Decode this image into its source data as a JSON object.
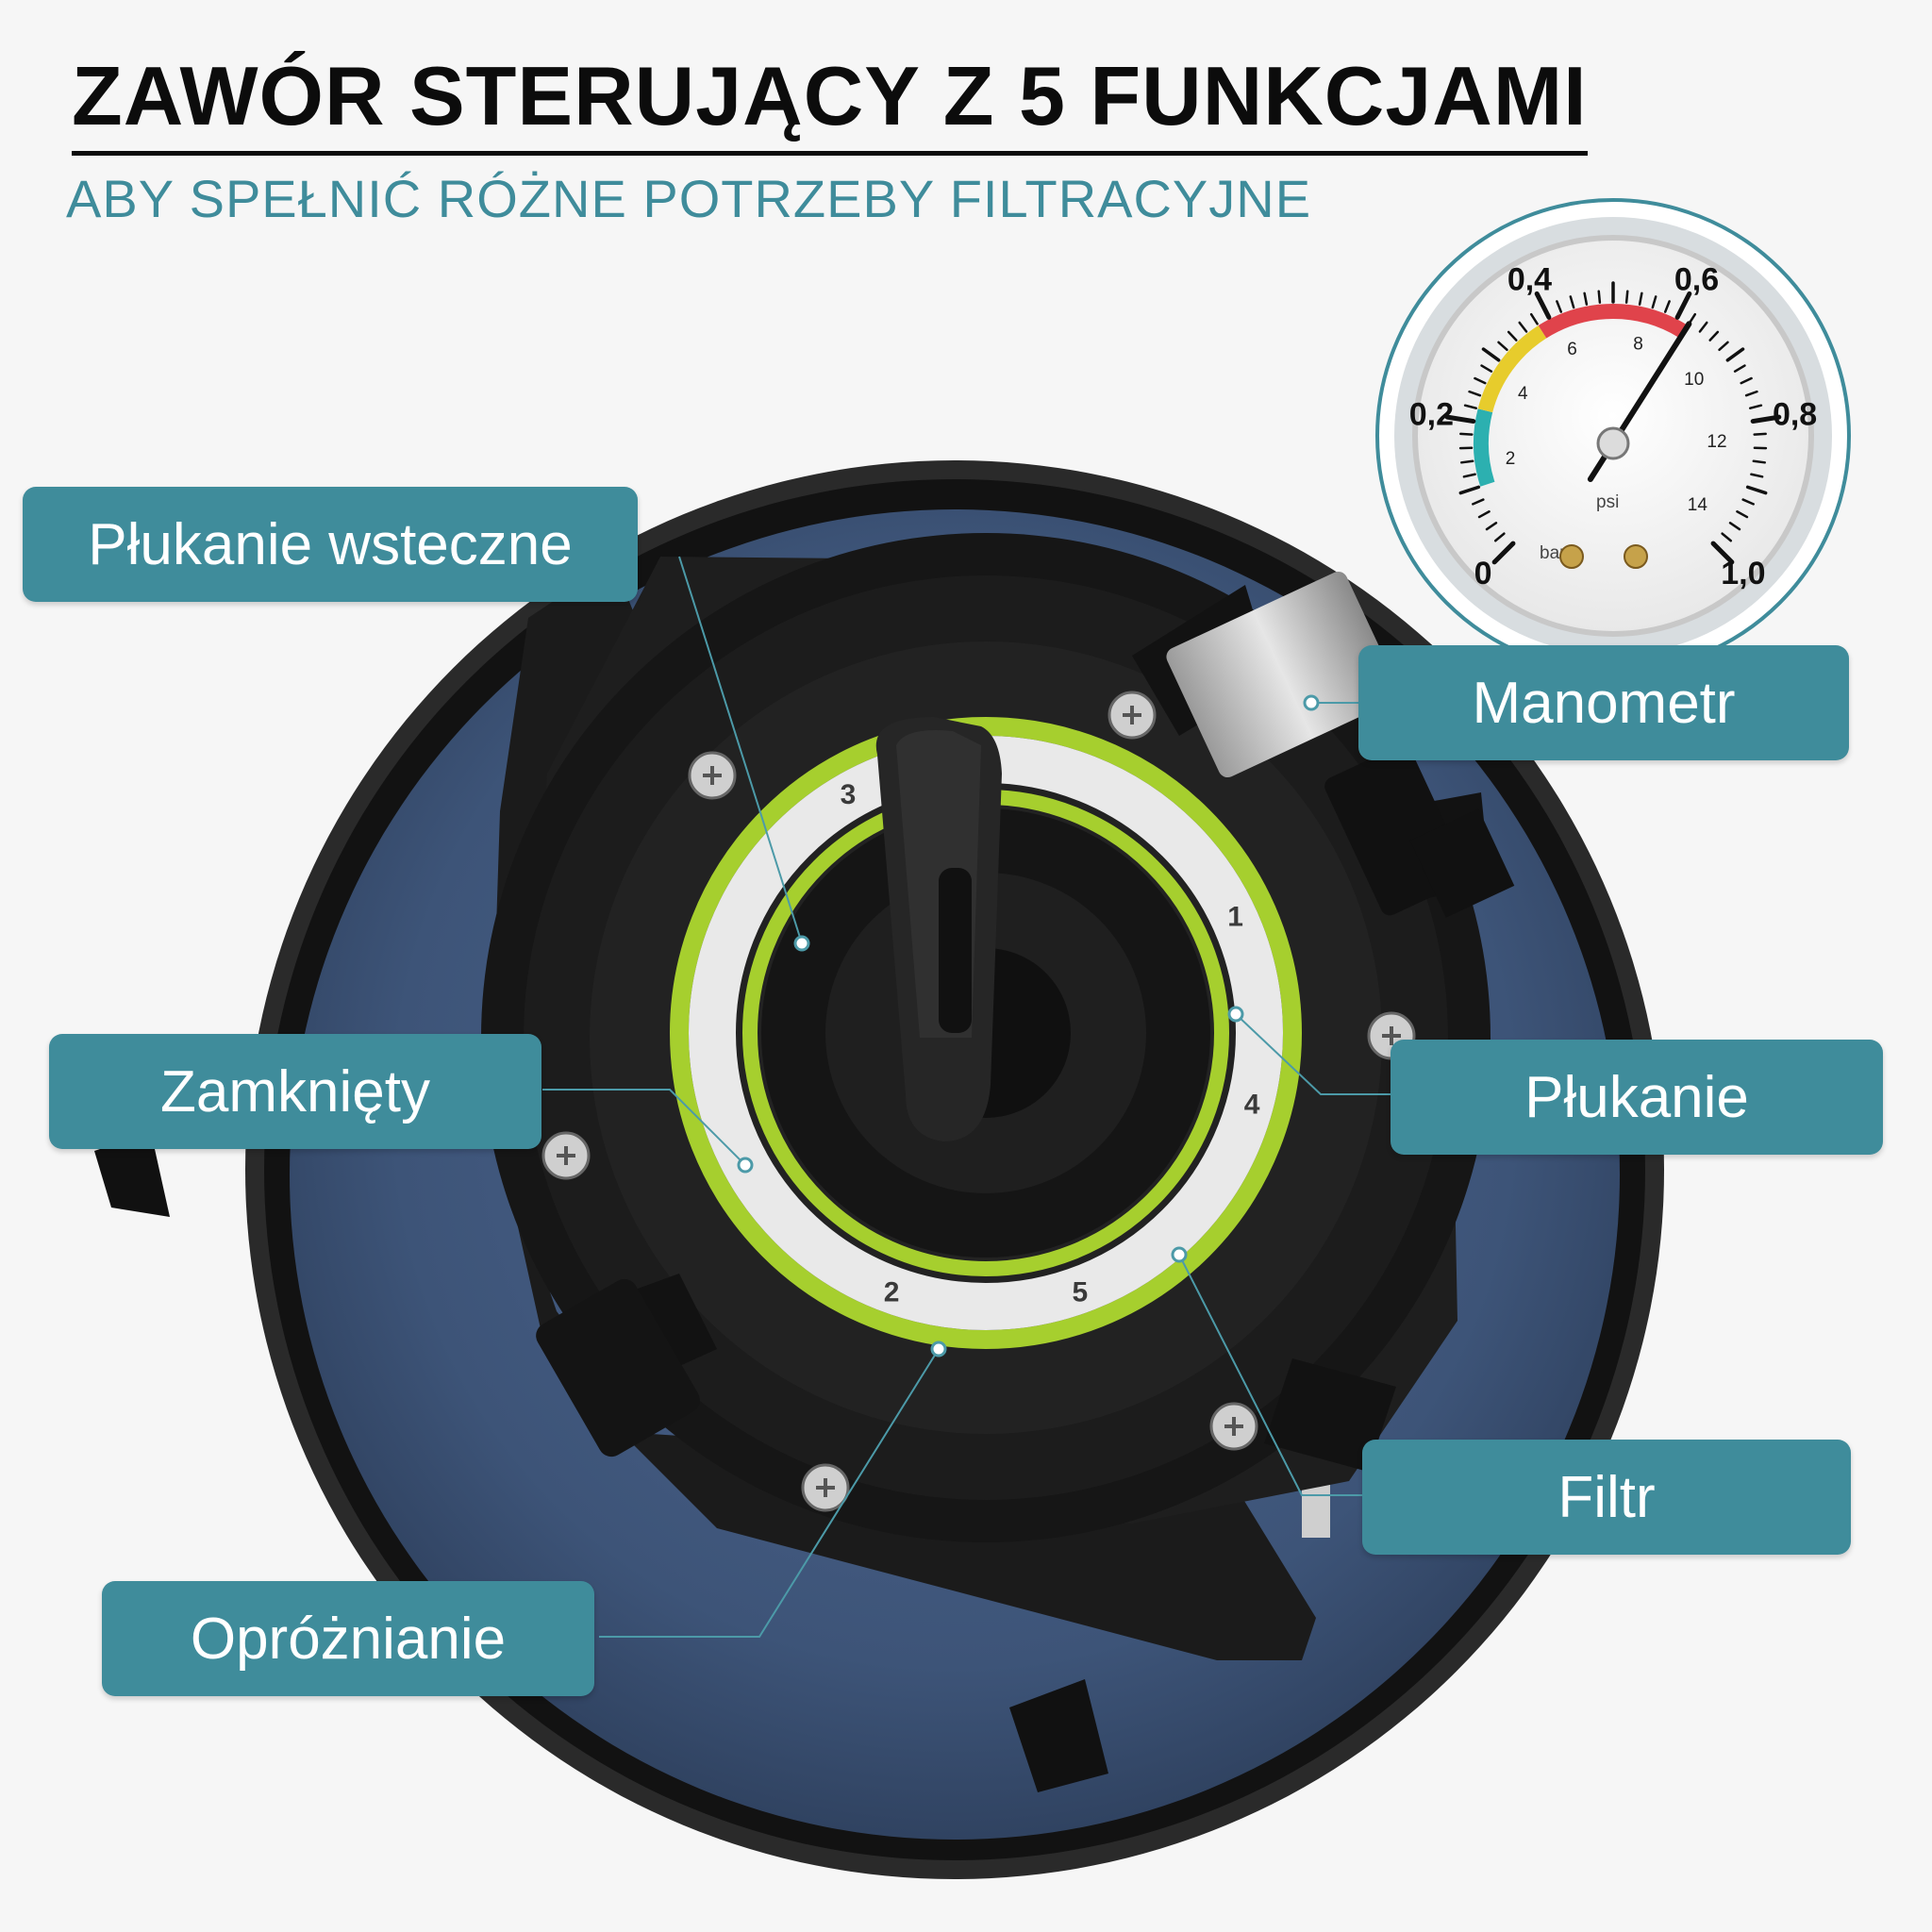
{
  "header": {
    "title": "ZAWÓR STERUJĄCY Z 5 FUNKCJAMI",
    "subtitle": "ABY SPEŁNIĆ RÓŻNE POTRZEBY FILTRACYJNE"
  },
  "labels": {
    "backwash": "Płukanie wsteczne",
    "gauge": "Manometr",
    "closed": "Zamknięty",
    "rinse": "Płukanie",
    "filter": "Filtr",
    "drain": "Opróżnianie"
  },
  "gauge": {
    "outer_scale": [
      "0",
      "0,2",
      "0,4",
      "0,6",
      "0,8",
      "1,0"
    ],
    "inner_scale": [
      "2",
      "4",
      "6",
      "8",
      "10",
      "12",
      "14"
    ],
    "unit_bar": "bar",
    "unit_psi": "psi",
    "reading_bar": 0.62
  },
  "valve_dial": {
    "positions": [
      "1",
      "2",
      "3",
      "4",
      "5"
    ]
  },
  "colors": {
    "accent": "#3f8c9b",
    "tank": "#3d5478",
    "valve": "#1b1b1b",
    "dial_ring": "#a6cf2e"
  }
}
